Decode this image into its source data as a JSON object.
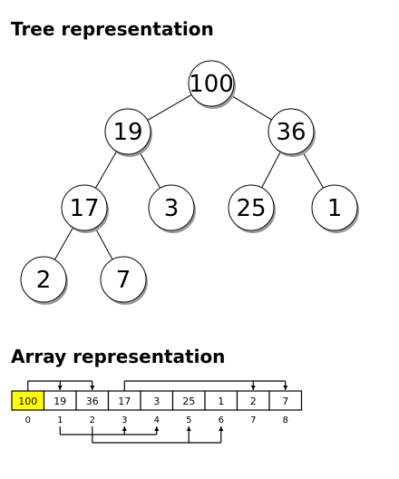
{
  "tree_title": "Tree representation",
  "array_title": "Array representation",
  "highlight_color": "#ffff00",
  "tree": {
    "nodes": [
      {
        "id": 0,
        "label": "100"
      },
      {
        "id": 1,
        "label": "19"
      },
      {
        "id": 2,
        "label": "36"
      },
      {
        "id": 3,
        "label": "17"
      },
      {
        "id": 4,
        "label": "3"
      },
      {
        "id": 5,
        "label": "25"
      },
      {
        "id": 6,
        "label": "1"
      },
      {
        "id": 7,
        "label": "2"
      },
      {
        "id": 8,
        "label": "7"
      }
    ],
    "edges": [
      [
        0,
        1
      ],
      [
        0,
        2
      ],
      [
        1,
        3
      ],
      [
        1,
        4
      ],
      [
        2,
        5
      ],
      [
        2,
        6
      ],
      [
        3,
        7
      ],
      [
        3,
        8
      ]
    ]
  },
  "array": {
    "cells": [
      "100",
      "19",
      "36",
      "17",
      "3",
      "25",
      "1",
      "2",
      "7"
    ],
    "indices": [
      "0",
      "1",
      "2",
      "3",
      "4",
      "5",
      "6",
      "7",
      "8"
    ],
    "highlighted_index": 0,
    "links_above": [
      {
        "parent": 0,
        "children": [
          1,
          2
        ]
      },
      {
        "parent": 3,
        "children": [
          7,
          8
        ]
      }
    ],
    "links_below": [
      {
        "parent": 1,
        "children": [
          3,
          4
        ]
      },
      {
        "parent": 2,
        "children": [
          5,
          6
        ]
      }
    ]
  }
}
